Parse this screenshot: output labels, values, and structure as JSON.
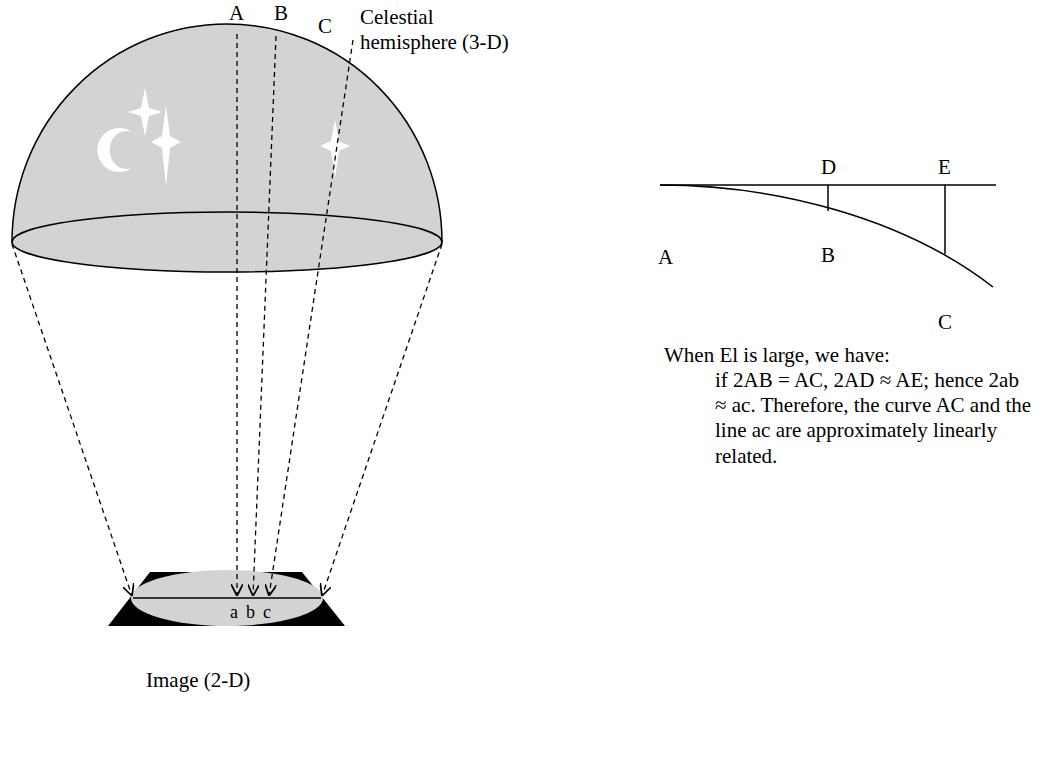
{
  "diagram": {
    "labels": [
      "A",
      "B",
      "C",
      "Celestial hemisphere (3-D)",
      "a",
      "b",
      "c",
      "Image (2-D)",
      "D",
      "E",
      "A",
      "B",
      "C",
      "When El is large, we have:",
      "if 2AB = AC, 2AD ≈ AE; hence 2ab ≈ ac. Therefore, the curve AC and the line ac are approximately linearly related."
    ]
  }
}
